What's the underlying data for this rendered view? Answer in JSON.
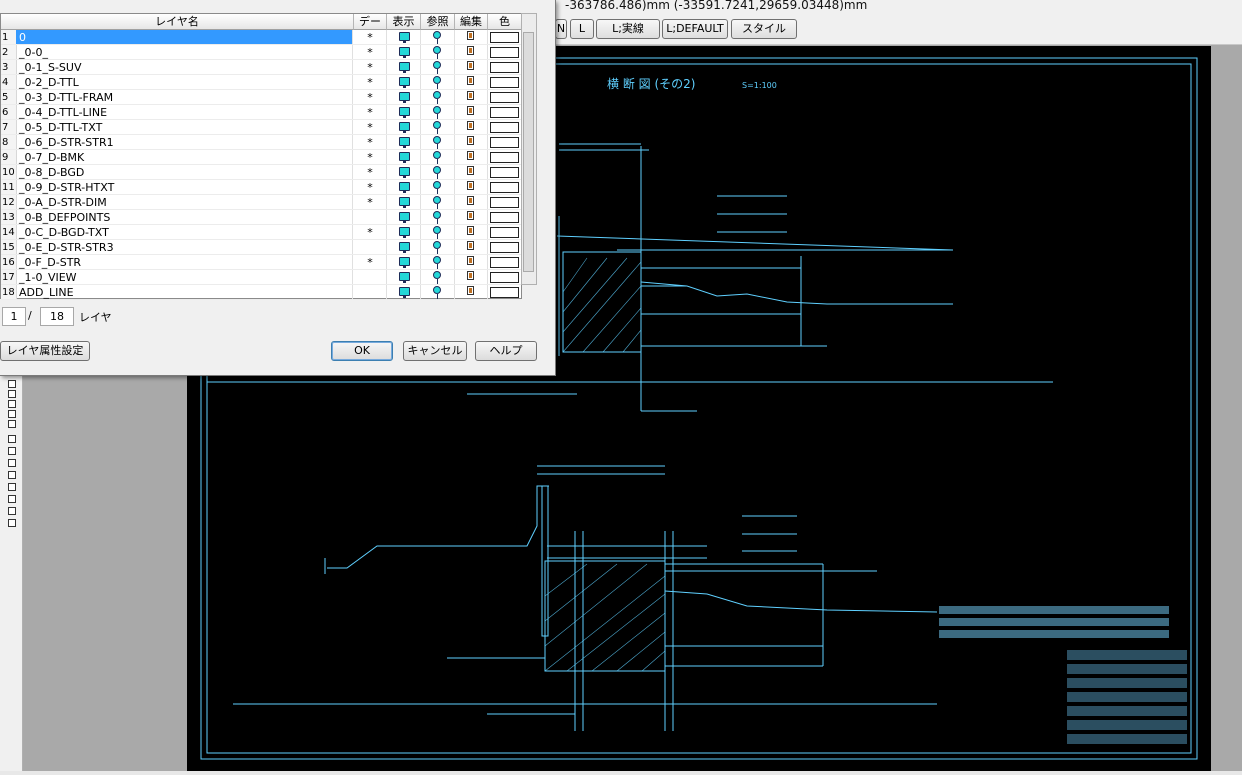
{
  "status": {
    "coordinates": "-363786.486)mm  (-33591.7241,29659.03448)mm"
  },
  "toolbar": {
    "buttons": [
      "L",
      "L;実線",
      "L;DEFAULT",
      "スタイル"
    ],
    "partial_left_label": "N"
  },
  "layer_dialog": {
    "columns": [
      "レイヤ名",
      "データ",
      "表示",
      "参照",
      "編集",
      "色"
    ],
    "rows": [
      {
        "no": "1",
        "name": "0",
        "data": "*",
        "selected": true
      },
      {
        "no": "2",
        "name": "_0-0_",
        "data": "*"
      },
      {
        "no": "3",
        "name": "_0-1_S-SUV",
        "data": "*"
      },
      {
        "no": "4",
        "name": "_0-2_D-TTL",
        "data": "*"
      },
      {
        "no": "5",
        "name": "_0-3_D-TTL-FRAM",
        "data": "*"
      },
      {
        "no": "6",
        "name": "_0-4_D-TTL-LINE",
        "data": "*"
      },
      {
        "no": "7",
        "name": "_0-5_D-TTL-TXT",
        "data": "*"
      },
      {
        "no": "8",
        "name": "_0-6_D-STR-STR1",
        "data": "*"
      },
      {
        "no": "9",
        "name": "_0-7_D-BMK",
        "data": "*"
      },
      {
        "no": "10",
        "name": "_0-8_D-BGD",
        "data": "*"
      },
      {
        "no": "11",
        "name": "_0-9_D-STR-HTXT",
        "data": "*"
      },
      {
        "no": "12",
        "name": "_0-A_D-STR-DIM",
        "data": "*"
      },
      {
        "no": "13",
        "name": "_0-B_DEFPOINTS",
        "data": ""
      },
      {
        "no": "14",
        "name": "_0-C_D-BGD-TXT",
        "data": "*"
      },
      {
        "no": "15",
        "name": "_0-E_D-STR-STR3",
        "data": ""
      },
      {
        "no": "16",
        "name": "_0-F_D-STR",
        "data": "*"
      },
      {
        "no": "17",
        "name": "_1-0_VIEW",
        "data": ""
      },
      {
        "no": "18",
        "name": "ADD_LINE",
        "data": ""
      }
    ],
    "pager": {
      "current": "1",
      "separator": "/",
      "total": "18",
      "unit": "レイヤ"
    },
    "buttons": {
      "attributes": "レイヤ属性設定",
      "ok": "OK",
      "cancel": "キャンセル",
      "help": "ヘルプ"
    }
  },
  "drawing": {
    "title": "横 断 図 (その2)",
    "scale": "S=1:100",
    "line_color": "#5fd0ff"
  }
}
